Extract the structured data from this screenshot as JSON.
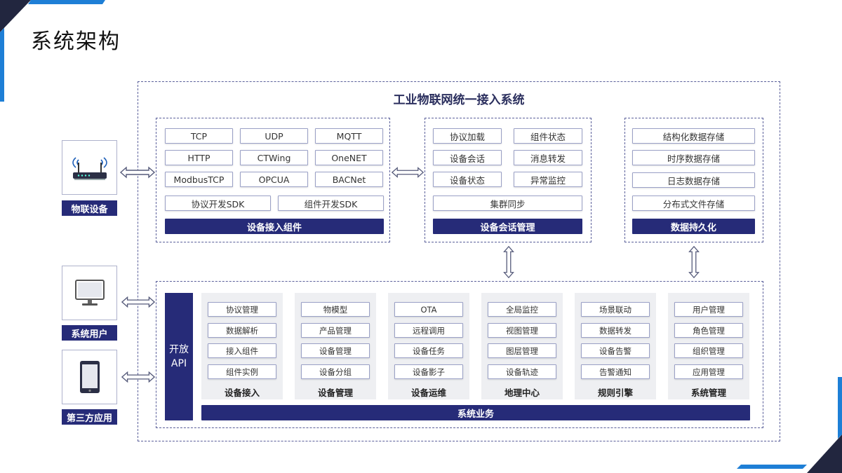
{
  "page_title": "系统架构",
  "frame_title": "工业物联网统一接入系统",
  "external": [
    {
      "label": "物联设备",
      "icon": "router-icon"
    },
    {
      "label": "系统用户",
      "icon": "monitor-icon"
    },
    {
      "label": "第三方应用",
      "icon": "tablet-icon"
    }
  ],
  "device_access": {
    "protocols": [
      "TCP",
      "UDP",
      "MQTT",
      "HTTP",
      "CTWing",
      "OneNET",
      "ModbusTCP",
      "OPCUA",
      "BACNet"
    ],
    "sdks": [
      "协议开发SDK",
      "组件开发SDK"
    ],
    "title": "设备接入组件"
  },
  "session": {
    "items": [
      "协议加载",
      "组件状态",
      "设备会话",
      "消息转发",
      "设备状态",
      "异常监控"
    ],
    "wide": "集群同步",
    "title": "设备会话管理"
  },
  "persistence": {
    "items": [
      "结构化数据存储",
      "时序数据存储",
      "日志数据存储",
      "分布式文件存储"
    ],
    "title": "数据持久化"
  },
  "open_api": {
    "line1": "开放",
    "line2": "API"
  },
  "business_groups": [
    {
      "title": "设备接入",
      "items": [
        "协议管理",
        "数据解析",
        "接入组件",
        "组件实例"
      ]
    },
    {
      "title": "设备管理",
      "items": [
        "物模型",
        "产品管理",
        "设备管理",
        "设备分组"
      ]
    },
    {
      "title": "设备运维",
      "items": [
        "OTA",
        "远程调用",
        "设备任务",
        "设备影子"
      ]
    },
    {
      "title": "地理中心",
      "items": [
        "全局监控",
        "视图管理",
        "图层管理",
        "设备轨迹"
      ]
    },
    {
      "title": "规则引擎",
      "items": [
        "场景联动",
        "数据转发",
        "设备告警",
        "告警通知"
      ]
    },
    {
      "title": "系统管理",
      "items": [
        "用户管理",
        "角色管理",
        "组织管理",
        "应用管理"
      ]
    }
  ],
  "business_title": "系统业务",
  "colors": {
    "primary": "#262b78",
    "accent": "#1e7fd6",
    "dark": "#22263f"
  }
}
